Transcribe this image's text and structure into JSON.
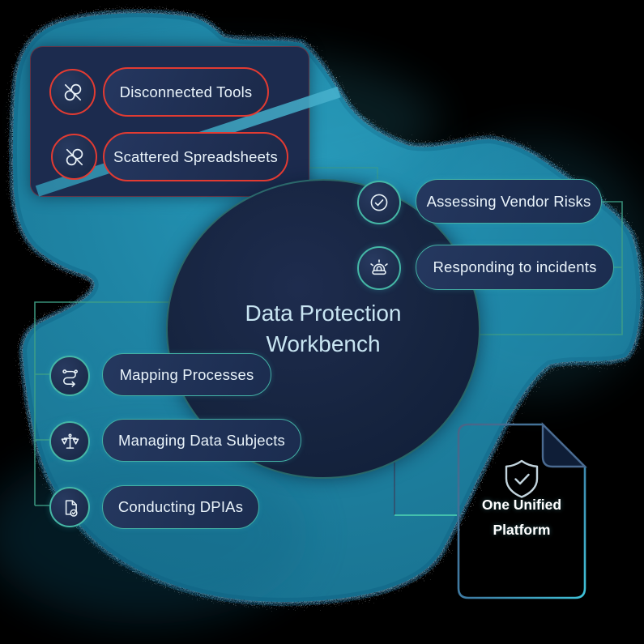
{
  "diagram": {
    "title": "Data Protection Workbench",
    "problems_panel": {
      "items": [
        {
          "label": "Disconnected Tools",
          "icon": "broken-link-icon"
        },
        {
          "label": "Scattered Spreadsheets",
          "icon": "broken-link-icon"
        }
      ]
    },
    "right_items": [
      {
        "label": "Assessing Vendor Risks",
        "icon": "check-circle-icon"
      },
      {
        "label": "Responding to incidents",
        "icon": "alarm-siren-icon"
      }
    ],
    "left_items": [
      {
        "label": "Mapping Processes",
        "icon": "process-flow-icon"
      },
      {
        "label": "Managing Data Subjects",
        "icon": "scales-icon"
      },
      {
        "label": "Conducting DPIAs",
        "icon": "document-check-icon"
      }
    ],
    "platform_card": {
      "label": "One Unified Platform",
      "icon": "shield-check-icon"
    },
    "colors": {
      "background": "#000000",
      "blob_teal": "#1e81a1",
      "panel_navy": "#1c2b4e",
      "pill_navy": "#22345a",
      "accent_red": "#e23b32",
      "teal_border": "#43b0a4",
      "title_text": "#c8e5f2",
      "body_text": "#e9f3fa"
    }
  }
}
